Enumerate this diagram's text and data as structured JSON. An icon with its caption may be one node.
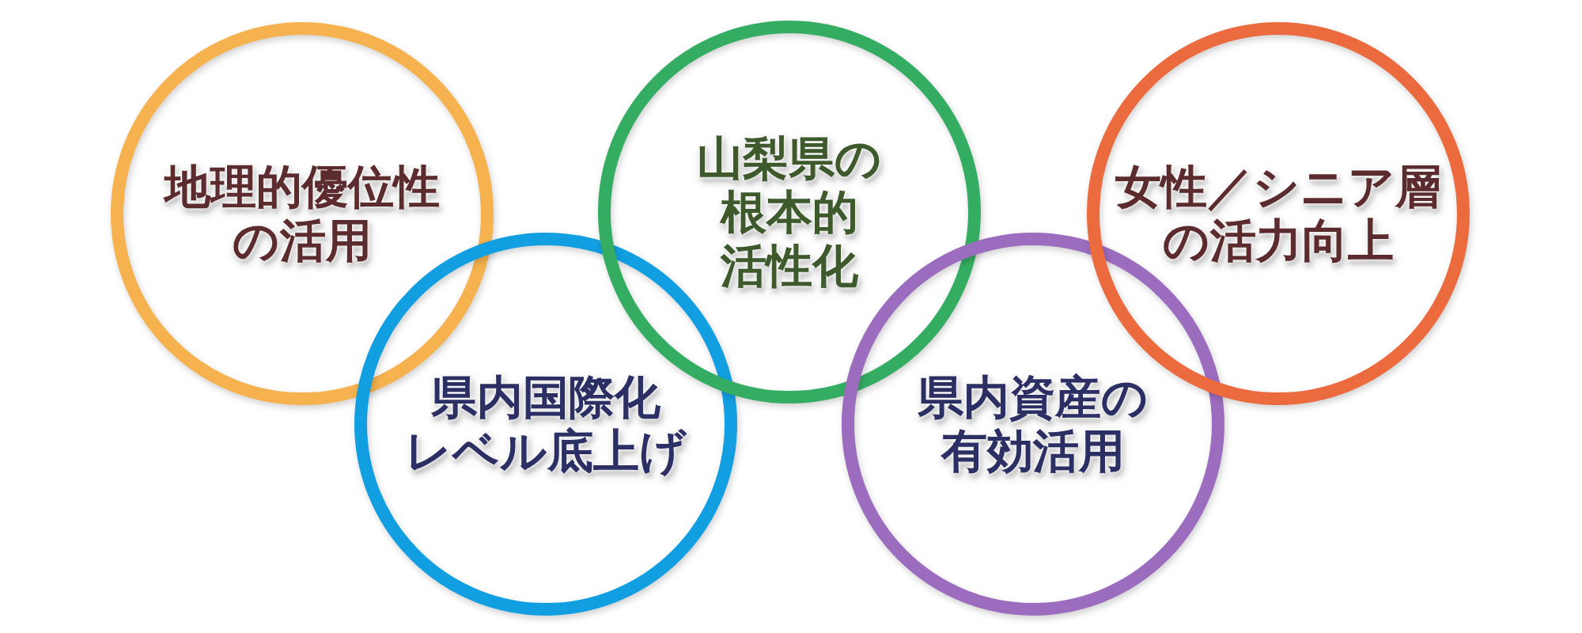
{
  "diagram": {
    "nodes": [
      {
        "text": [
          "地理的優位性の活用"
        ]
      },
      {
        "text": [
          "県内国際化レベル底上げ"
        ]
      },
      {
        "text": [
          "山梨県の根本的活性化"
        ]
      },
      {
        "text": [
          "県内資産の有効活用"
        ]
      },
      {
        "text": [
          "女性／シニア層の活力向上"
        ]
      }
    ]
  }
}
